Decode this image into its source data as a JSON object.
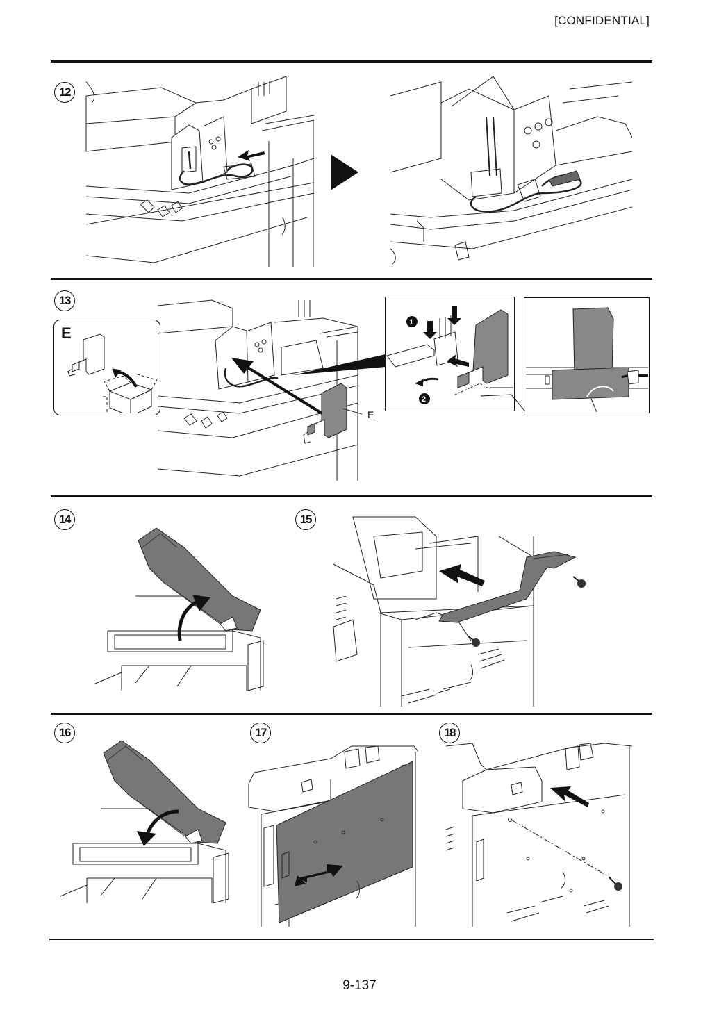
{
  "header": {
    "confidential": "[CONFIDENTIAL]"
  },
  "steps": [
    {
      "num": "12"
    },
    {
      "num": "13"
    },
    {
      "num": "14"
    },
    {
      "num": "15"
    },
    {
      "num": "16"
    },
    {
      "num": "17"
    },
    {
      "num": "18"
    }
  ],
  "step13": {
    "part_box_label": "E",
    "callout_label": "E",
    "order_1": "1",
    "order_2": "2"
  },
  "footer": {
    "page_number": "9-137"
  }
}
